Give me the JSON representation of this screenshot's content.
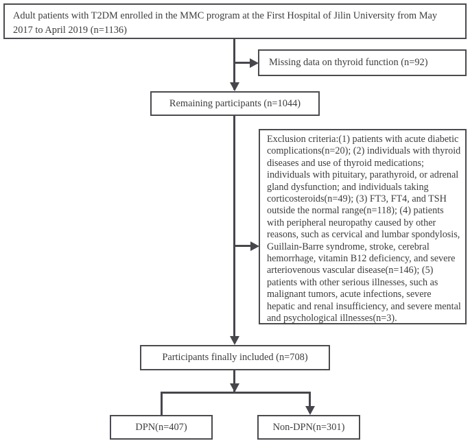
{
  "figure": {
    "type": "flowchart",
    "title": "Study participant selection flow diagram",
    "colors": {
      "box_border": "#4a4a50",
      "connector": "#46464c",
      "text": "#3c3c3c",
      "background": "#ffffff"
    }
  },
  "nodes": {
    "enrolled": {
      "label": "Adult  patients with T2DM enrolled in the MMC program at the First Hospital of Jilin University from May 2017 to April 2019 (n=1136)",
      "count": 1136
    },
    "missing": {
      "label": "Missing data on thyroid function (n=92)",
      "count": 92
    },
    "remaining": {
      "label": "Remaining participants (n=1044)",
      "count": 1044
    },
    "exclusion": {
      "label": "Exclusion criteria:(1) patients with acute diabetic complications(n=20); (2) individuals with thyroid diseases and use of thyroid medications; individuals with pituitary, parathyroid, or adrenal gland dysfunction; and individuals taking corticosteroids(n=49); (3) FT3, FT4, and TSH outside the normal range(n=118); (4) patients with peripheral neuropathy caused by other reasons, such as cervical and lumbar spondylosis, Guillain-Barre syndrome, stroke, cerebral hemorrhage, vitamin B12 deficiency, and severe arteriovenous vascular disease(n=146); (5) patients with other serious illnesses, such as malignant tumors, acute infections, severe hepatic and renal insufficiency, and severe mental and psychological illnesses(n=3).",
      "criteria_counts": {
        "acute_diabetic_complications": 20,
        "thyroid_pituitary_corticosteroids": 49,
        "ft3_ft4_tsh_out_of_range": 118,
        "peripheral_neuropathy_other_causes": 146,
        "other_serious_illnesses": 3
      }
    },
    "included": {
      "label": "Participants finally included (n=708)",
      "count": 708
    },
    "dpn": {
      "label": "DPN(n=407)",
      "count": 407
    },
    "nondpn": {
      "label": "Non-DPN(n=301)",
      "count": 301
    }
  }
}
